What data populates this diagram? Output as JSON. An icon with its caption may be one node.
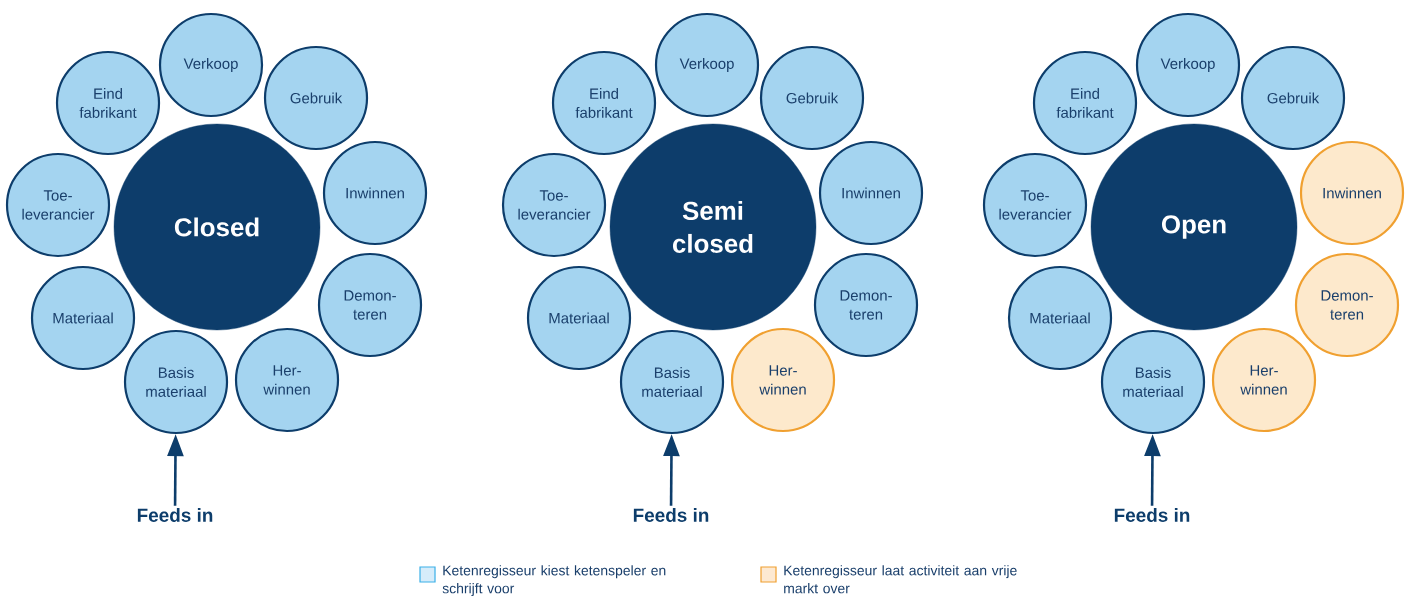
{
  "diagram": {
    "nodes": [
      {
        "text": [
          "Closed"
        ]
      },
      {
        "text": [
          "Eind fabrikant"
        ]
      },
      {
        "text": [
          "Verkoop"
        ]
      },
      {
        "text": [
          "Gebruik"
        ]
      },
      {
        "text": [
          "Toe- leverancier"
        ]
      },
      {
        "text": [
          "Inwinnen"
        ]
      },
      {
        "text": [
          "Materiaal"
        ]
      },
      {
        "text": [
          "Demon- teren"
        ]
      },
      {
        "text": [
          "Basis materiaal"
        ]
      },
      {
        "text": [
          "Her- winnen"
        ]
      },
      {
        "text": [
          "Feeds in"
        ]
      },
      {
        "text": [
          "Semi closed"
        ]
      },
      {
        "text": [
          "Eind fabrikant"
        ]
      },
      {
        "text": [
          "Verkoop"
        ]
      },
      {
        "text": [
          "Gebruik"
        ]
      },
      {
        "text": [
          "Toe- leverancier"
        ]
      },
      {
        "text": [
          "Inwinnen"
        ]
      },
      {
        "text": [
          "Materiaal"
        ]
      },
      {
        "text": [
          "Demon- teren"
        ]
      },
      {
        "text": [
          "Basis materiaal"
        ]
      },
      {
        "text": [
          "Her- winnen"
        ]
      },
      {
        "text": [
          "Feeds in"
        ]
      },
      {
        "text": [
          "Open"
        ]
      },
      {
        "text": [
          "Eind fabrikant"
        ]
      },
      {
        "text": [
          "Verkoop"
        ]
      },
      {
        "text": [
          "Gebruik"
        ]
      },
      {
        "text": [
          "Toe- leverancier"
        ]
      },
      {
        "text": [
          "Inwinnen"
        ]
      },
      {
        "text": [
          "Materiaal"
        ]
      },
      {
        "text": [
          "Demon- teren"
        ]
      },
      {
        "text": [
          "Basis materiaal"
        ]
      },
      {
        "text": [
          "Her- winnen"
        ]
      },
      {
        "text": [
          "Feeds in"
        ]
      }
    ],
    "edges": [
      {
        "from": 10,
        "to": 8,
        "arrow": "to"
      },
      {
        "from": 21,
        "to": 19,
        "arrow": "to"
      },
      {
        "from": 32,
        "to": 30,
        "arrow": "to"
      }
    ],
    "legend": [
      {
        "text": "Ketenregisseur kiest ketenspeler en schrijft voor",
        "color": "#d6ecfa"
      },
      {
        "text": "Ketenregisseur laat activiteit aan vrije markt over",
        "color": "#fde9d2"
      }
    ]
  }
}
